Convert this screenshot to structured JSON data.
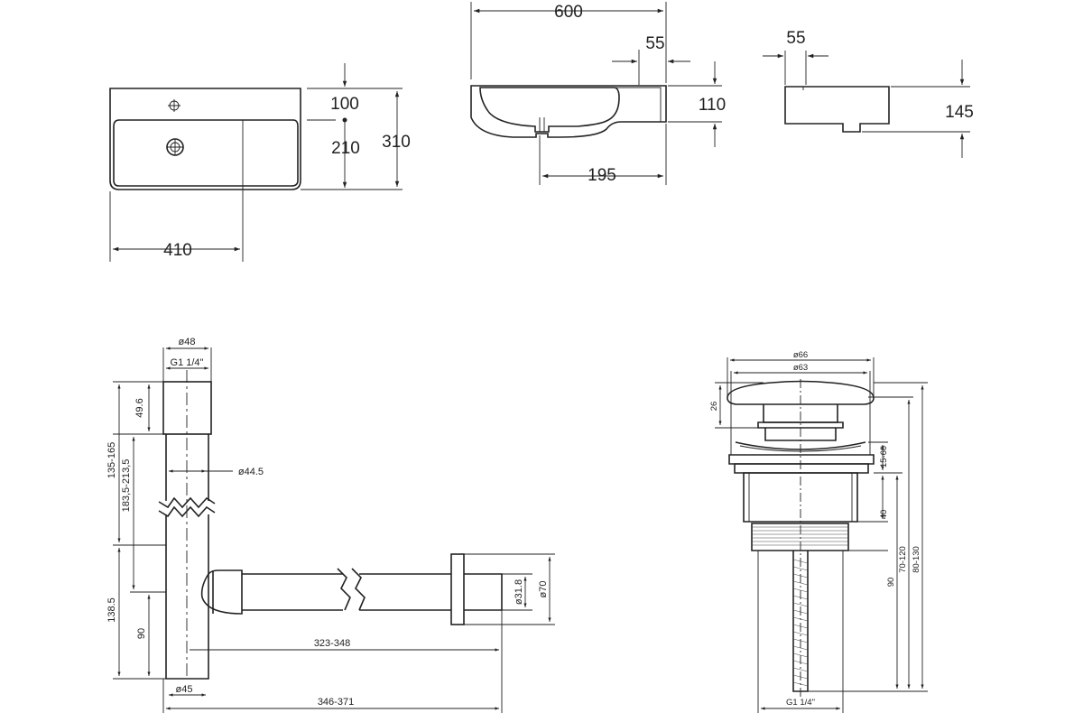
{
  "basin_top": {
    "width": "410",
    "depth_total": "310",
    "tap_offset": "100",
    "drain_offset": "210"
  },
  "basin_section": {
    "overall_width": "600",
    "rim_width": "55",
    "drain_offset": "195",
    "height": "110"
  },
  "basin_end": {
    "height": "145",
    "outlet_offset": "55"
  },
  "siphon": {
    "top_diameter": "ø48",
    "thread": "G1 1/4\"",
    "cap_height": "49.6",
    "tube_diameter": "ø44.5",
    "range_upper": "135-165",
    "range_lower": "183,5-213,5",
    "inlet_height": "138.5",
    "outlet_height": "90",
    "bottom_diameter": "ø45",
    "outlet_length_inner": "323-348",
    "outlet_length_outer": "346-371",
    "pipe_diameter": "ø31.8",
    "flange_diameter": "ø70"
  },
  "waste_valve": {
    "cap_diameter": "ø66",
    "body_diameter": "ø63",
    "cap_height": "26",
    "adjust_range": "15-60",
    "body_height": "40",
    "thread_length": "90",
    "range_a": "70-120",
    "range_b": "80-130",
    "thread": "G1 1/4\""
  }
}
